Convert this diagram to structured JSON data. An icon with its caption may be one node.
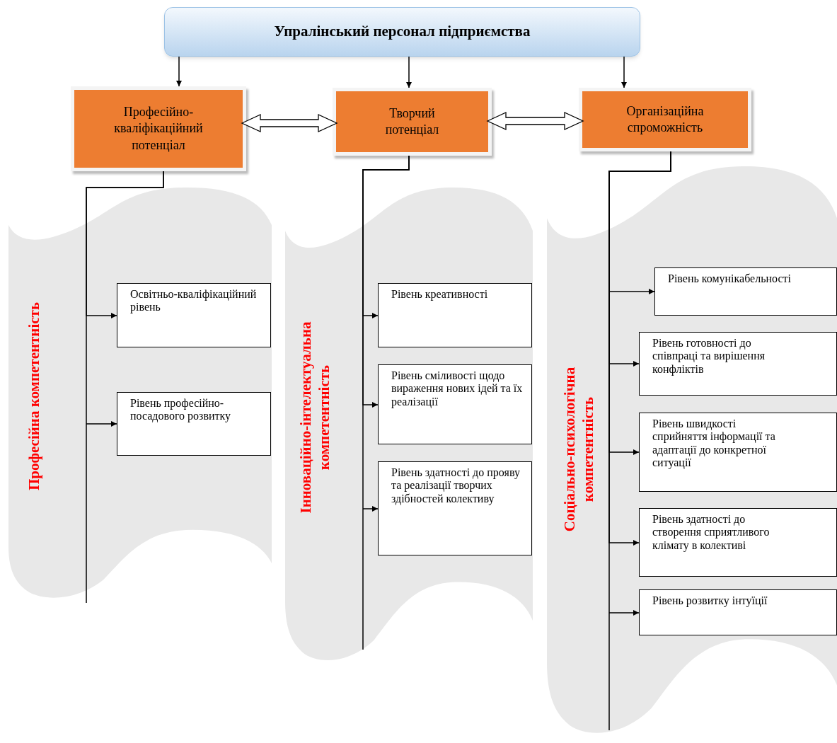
{
  "diagram": {
    "nodes": [
      {
        "text": [
          "Упралінський персонал підприємства"
        ]
      },
      {
        "text": [
          "Професійно-кваліфікаційний потенціал"
        ]
      },
      {
        "text": [
          "Творчий потенціал"
        ]
      },
      {
        "text": [
          "Організаційна спроможність"
        ]
      },
      {
        "text": [
          "Професійна компетентність"
        ]
      },
      {
        "text": [
          "Інноваційно-інтелектуальна компетентність"
        ]
      },
      {
        "text": [
          "Соціально-психологічна компетентність"
        ]
      },
      {
        "text": [
          "Освітньо-кваліфікаційний рівень"
        ],
        "in": 4
      },
      {
        "text": [
          "Рівень професійно-посадового розвитку"
        ],
        "in": 4
      },
      {
        "text": [
          "Рівень креативності"
        ],
        "in": 5
      },
      {
        "text": [
          "Рівень сміливості щодо вираження нових ідей та їх реалізації"
        ],
        "in": 5
      },
      {
        "text": [
          "Рівень здатності до прояву та реалізації творчих здібностей колективу"
        ],
        "in": 5
      },
      {
        "text": [
          "Рівень комунікабельності"
        ],
        "in": 6
      },
      {
        "text": [
          "Рівень готовності до співпраці та вирішення конфліктів"
        ],
        "in": 6
      },
      {
        "text": [
          "Рівень швидкості сприйняття інформації та адаптації до конкретної ситуації"
        ],
        "in": 6
      },
      {
        "text": [
          "Рівень здатності до створення сприятливого клімату в колективі"
        ],
        "in": 6
      },
      {
        "text": [
          "Рівень розвитку інтуїції"
        ],
        "in": 6
      }
    ],
    "edges": [
      {
        "from": 0,
        "to": 1,
        "arrow": "to"
      },
      {
        "from": 0,
        "to": 2,
        "arrow": "to"
      },
      {
        "from": 0,
        "to": 3,
        "arrow": "to"
      },
      {
        "from": 1,
        "to": 2,
        "arrow": "both",
        "style": "thick"
      },
      {
        "from": 2,
        "to": 3,
        "arrow": "both",
        "style": "thick"
      },
      {
        "from": 1,
        "to": 7,
        "arrow": "to"
      },
      {
        "from": 1,
        "to": 8,
        "arrow": "to"
      },
      {
        "from": 2,
        "to": 9,
        "arrow": "to"
      },
      {
        "from": 2,
        "to": 10,
        "arrow": "to"
      },
      {
        "from": 2,
        "to": 11,
        "arrow": "to"
      },
      {
        "from": 3,
        "to": 12,
        "arrow": "to"
      },
      {
        "from": 3,
        "to": 13,
        "arrow": "to"
      },
      {
        "from": 3,
        "to": 14,
        "arrow": "to"
      },
      {
        "from": 3,
        "to": 15,
        "arrow": "to"
      },
      {
        "from": 3,
        "to": 16,
        "arrow": "to"
      }
    ]
  }
}
